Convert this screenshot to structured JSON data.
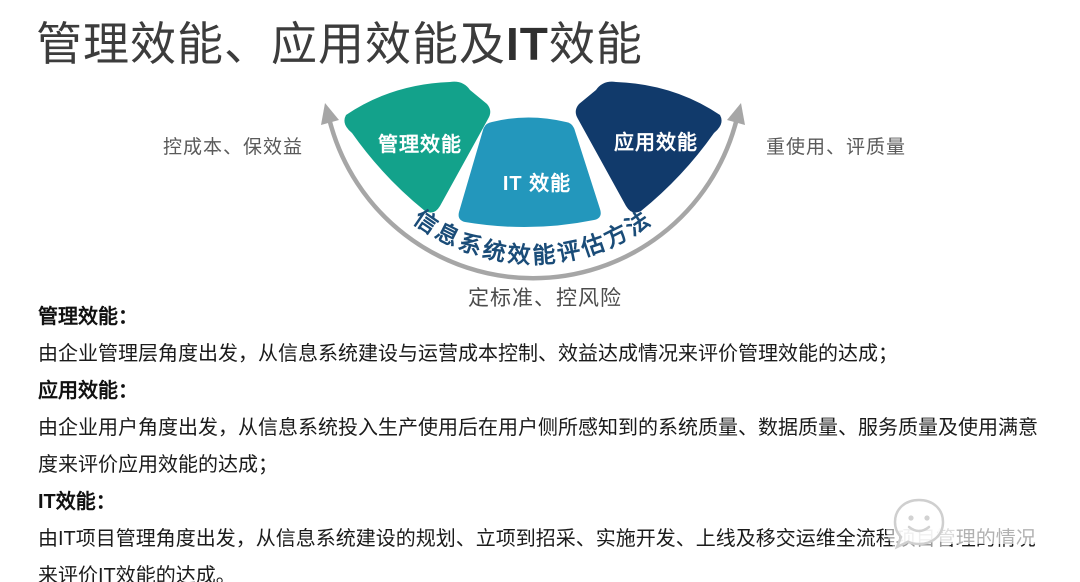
{
  "slide": {
    "title": {
      "pre": "管理效能、应用效能及",
      "latin": "IT",
      "post": "效能"
    }
  },
  "diagram": {
    "segments": [
      {
        "id": "management",
        "label": "管理效能",
        "color": "#13A28B"
      },
      {
        "id": "it",
        "label": "IT 效能",
        "color": "#2397BC"
      },
      {
        "id": "application",
        "label": "应用效能",
        "color": "#113A6B"
      }
    ],
    "arc_label": "信息系统效能评估方法",
    "labels": {
      "left": "控成本、保效益",
      "right": "重使用、评质量",
      "bottom": "定标准、控风险"
    },
    "colors": {
      "arrow": "#A6A6A6",
      "arc_text": "#1A4C78"
    }
  },
  "sections": [
    {
      "heading": "管理效能：",
      "body": "由企业管理层角度出发，从信息系统建设与运营成本控制、效益达成情况来评价管理效能的达成；"
    },
    {
      "heading": "应用效能：",
      "body": "由企业用户角度出发，从信息系统投入生产使用后在用户侧所感知到的系统质量、数据质量、服务质量及使用满意度来评价应用效能的达成；"
    },
    {
      "heading": "IT效能：",
      "body": "由IT项目管理角度出发，从信息系统建设的规划、立项到招采、实施开发、上线及移交运维全流程项目管理的情况来评价IT效能的达成。"
    }
  ],
  "watermark": {
    "icon": "smiley-chat-bubble"
  }
}
